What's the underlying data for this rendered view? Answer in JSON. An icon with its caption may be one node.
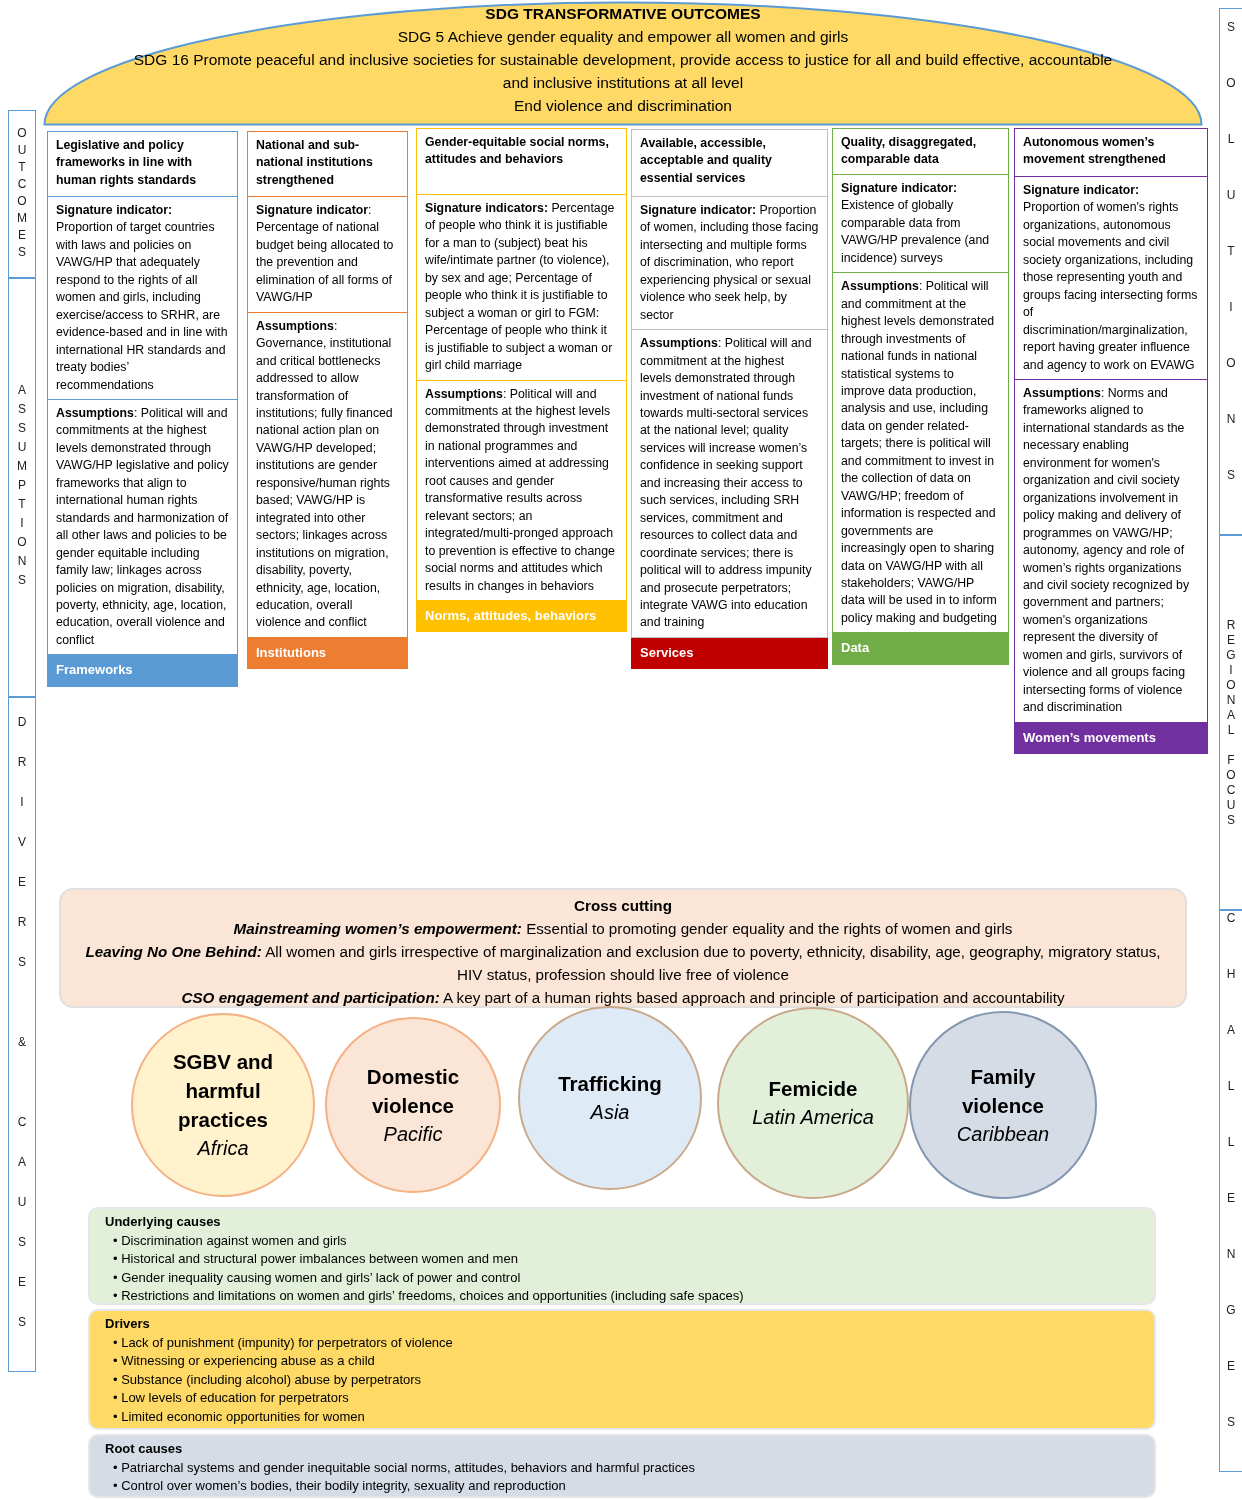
{
  "diagram": {
    "nodes": [
      {
        "text": [
          "SDG TRANSFORMATIVE OUTCOMES",
          "SDG 5 Achieve gender equality and empower all women and girls",
          "SDG 16 Promote peaceful and inclusive societies for sustainable development, provide access to justice for all and build effective, accountable and inclusive institutions at all level",
          "End violence and discrimination"
        ]
      },
      {
        "text": [
          "OUTCOMES"
        ]
      },
      {
        "text": [
          "ASSUMPTIONS"
        ]
      },
      {
        "text": [
          "DRIVERS & CAUSES"
        ]
      },
      {
        "text": [
          "SOLUTIONS"
        ]
      },
      {
        "text": [
          "REGIONAL FOCUS"
        ]
      },
      {
        "text": [
          "CHALLENGES"
        ]
      },
      {
        "text": [
          "Legislative and policy frameworks in line with human rights standards"
        ]
      },
      {
        "text": [
          "**Signature indicator:** Proportion of target countries with laws and policies on VAWG/HP that adequately respond to the rights of all women and girls, including exercise/access to SRHR, are evidence-based and in line with international HR standards and treaty bodies’ recommendations"
        ]
      },
      {
        "text": [
          "**Assumptions**: Political will and commitments at the highest levels demonstrated through VAWG/HP legislative and policy frameworks that align to international human rights standards and harmonization of all other laws and policies to be gender equitable including family law; linkages across policies on migration, disability, poverty, ethnicity, age, location, education, overall violence and conflict"
        ]
      },
      {
        "text": [
          "Frameworks"
        ]
      },
      {
        "text": [
          "National and sub-national institutions strengthened"
        ]
      },
      {
        "text": [
          "**Signature indicator**: Percentage of national budget being allocated to the prevention and elimination of all forms of VAWG/HP"
        ]
      },
      {
        "text": [
          "**Assumptions**: Governance, institutional and critical bottlenecks addressed to allow transformation of institutions; fully financed national action plan on VAWG/HP developed; institutions are gender responsive/human rights based; VAWG/HP is integrated into other sectors; linkages across institutions on migration, disability, poverty, ethnicity, age, location, education, overall violence and conflict"
        ]
      },
      {
        "text": [
          "Institutions"
        ]
      },
      {
        "text": [
          "Gender-equitable social norms, attitudes and behaviors"
        ]
      },
      {
        "text": [
          "**Signature indicators:** Percentage of people who think it is justifiable for a man to (subject) beat his wife/intimate partner (to violence), by sex and age; Percentage of people who think it is justifiable to subject a woman or girl to FGM: Percentage of people who think it is justifiable to subject a woman or girl child marriage"
        ]
      },
      {
        "text": [
          "**Assumptions**: Political will and commitments at the highest levels demonstrated through investment in national programmes and interventions aimed at addressing root causes and gender transformative results across relevant sectors; an integrated/multi-pronged approach to prevention is effective to change social norms and attitudes which results in changes in behaviors"
        ]
      },
      {
        "text": [
          "Norms, attitudes, behaviors"
        ]
      },
      {
        "text": [
          "Available, accessible, acceptable and quality essential services"
        ]
      },
      {
        "text": [
          "**Signature indicator:** Proportion of women, including those facing intersecting and multiple forms of discrimination, who report experiencing physical or sexual violence who seek help, by sector"
        ]
      },
      {
        "text": [
          "**Assumptions**: Political will and commitment at the highest levels demonstrated through investment of national funds towards multi-sectoral services at the national level; quality services will increase women’s confidence in seeking support and increasing their access to such services, including SRH services, commitment and resources to collect data and coordinate services; there is political will to address impunity and prosecute perpetrators; integrate VAWG into education and training"
        ]
      },
      {
        "text": [
          "Services"
        ]
      },
      {
        "text": [
          "Quality, disaggregated, comparable data"
        ]
      },
      {
        "text": [
          "**Signature indicator:** Existence of globally comparable data from VAWG/HP prevalence (and incidence) surveys"
        ]
      },
      {
        "text": [
          "**Assumptions**: Political will and commitment at the highest levels demonstrated through investments of national funds in national statistical systems to improve data production, analysis and use, including data on gender related-targets; there is political will and commitment to invest in the collection of data on VAWG/HP; freedom of information is respected and governments are increasingly open to sharing data on VAWG/HP with all stakeholders; VAWG/HP data will be used in to inform policy making and budgeting"
        ]
      },
      {
        "text": [
          "Data"
        ]
      },
      {
        "text": [
          "Autonomous women’s movement strengthened"
        ]
      },
      {
        "text": [
          "**Signature indicator:** Proportion of women's rights organizations, autonomous social movements and civil society organizations, including those representing youth and groups facing intersecting forms of discrimination/marginalization, report having greater influence and agency to work on EVAWG"
        ]
      },
      {
        "text": [
          "**Assumptions**: Norms and frameworks aligned to international standards as the necessary enabling environment for women's organization and civil society organizations involvement in policy making and delivery of programmes on VAWG/HP; autonomy, agency and role of women’s rights organizations and civil society recognized by government and partners; women's organizations represent the diversity of women and girls, survivors of violence and all groups facing intersecting forms of violence and discrimination"
        ]
      },
      {
        "text": [
          "Women’s movements"
        ]
      },
      {
        "text": [
          "Cross cutting",
          "**Mainstreaming women’s empowerment:** Essential to promoting gender equality and the rights of women and girls",
          "**Leaving No One Behind:** All women and girls irrespective of marginalization and exclusion due to poverty, ethnicity, disability, age, geography, migratory status, HIV status, profession should live free of violence",
          "**CSO engagement and participation:** A key part of a human rights based approach and principle of participation and accountability"
        ]
      },
      {
        "text": [
          "SGBV and harmful practices",
          "Africa"
        ]
      },
      {
        "text": [
          "Domestic violence",
          "Pacific"
        ]
      },
      {
        "text": [
          "Trafficking",
          "Asia"
        ]
      },
      {
        "text": [
          "Femicide",
          "Latin America"
        ]
      },
      {
        "text": [
          "Family violence",
          "Caribbean"
        ]
      },
      {
        "text": [
          "Underlying causes",
          "• Discrimination against women and girls",
          "• Historical and structural power imbalances between women and men",
          "• Gender inequality causing women and girls’ lack of power and control",
          "• Restrictions and limitations on women and girls’ freedoms, choices and opportunities (including safe spaces)"
        ]
      },
      {
        "text": [
          "Drivers",
          "• Lack of punishment (impunity) for perpetrators of violence",
          "• Witnessing or experiencing abuse as a child",
          "• Substance (including alcohol) abuse by perpetrators",
          "• Low levels of education for perpetrators",
          "• Limited economic opportunities for women"
        ]
      },
      {
        "text": [
          "Root causes",
          "• Patriarchal systems and gender inequitable social norms, attitudes, behaviors and harmful practices",
          "• Control over women’s bodies, their bodily integrity, sexuality and reproduction"
        ]
      }
    ]
  }
}
